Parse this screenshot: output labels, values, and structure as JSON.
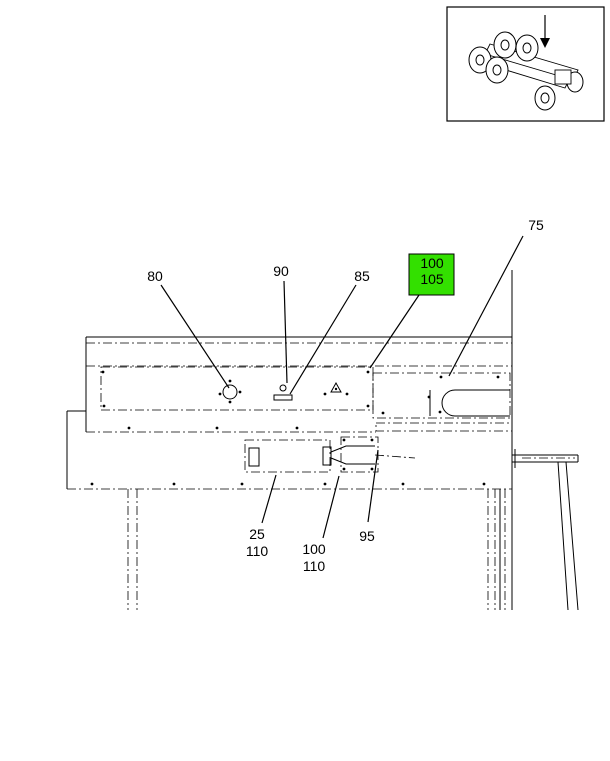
{
  "callouts": {
    "c75": "75",
    "c80": "80",
    "c90": "90",
    "c85": "85",
    "c100a": "100",
    "c105": "105",
    "c25": "25",
    "c110a": "110",
    "c100b": "100",
    "c110b": "110",
    "c95": "95"
  },
  "highlight": {
    "color": "#33e000"
  }
}
